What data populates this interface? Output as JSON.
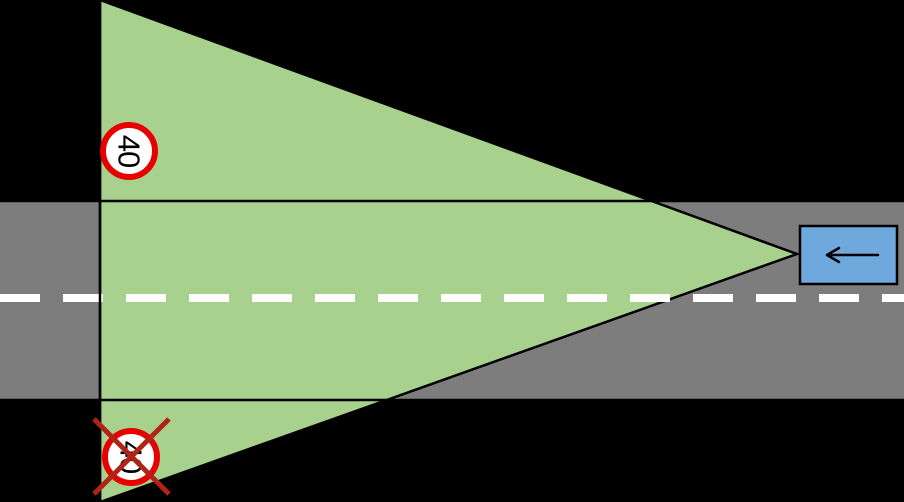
{
  "scene": {
    "background_color": "#000000",
    "road": {
      "surface_color": "#7d7d7d",
      "edge_color": "#000000",
      "center_line_color": "#ffffff"
    },
    "sight_cone": {
      "fill_color": "#a9d18e",
      "outline_color": "#000000"
    },
    "speed_sign_top": {
      "value": "40",
      "face_color": "#ffffff",
      "ring_color": "#e60000",
      "text_color": "#000000"
    },
    "speed_sign_bottom": {
      "value": "40",
      "face_color": "#ffffff",
      "ring_color": "#e60000",
      "text_color": "#000000",
      "crossed_out": true,
      "cross_color": "#b02418"
    },
    "car": {
      "body_color": "#6fa8dc",
      "outline_color": "#000000",
      "arrow_color": "#000000",
      "direction_arrow_icon": "left-arrow"
    }
  }
}
